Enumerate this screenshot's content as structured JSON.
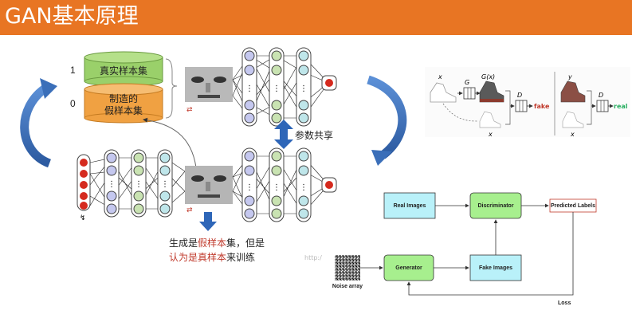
{
  "header": {
    "title": "GAN基本原理"
  },
  "left_diagram": {
    "label_real_value": "1",
    "label_fake_value": "0",
    "db_real": "真实样本集",
    "db_fake_line1": "制造的",
    "db_fake_line2": "假样本集",
    "share_label": "参数共享",
    "caption_l1_a": "生成是",
    "caption_l1_b": "假样本",
    "caption_l1_c": "集，但是",
    "caption_l2_a": "认为是",
    "caption_l2_b": "真样本",
    "caption_l2_c": "来训练",
    "watermark": "http:/"
  },
  "right_top": {
    "x_top": "x",
    "G_label": "G",
    "Gx_label": "G(x)",
    "D_label_left": "D",
    "fake_label": "fake",
    "x_bottom": "x",
    "y_label": "y",
    "D_label_right": "D",
    "real_label": "real",
    "x_bottom_right": "x",
    "colors": {
      "fake": "#c0392b",
      "real": "#27ae60"
    }
  },
  "flowchart": {
    "real_images": "Real Images",
    "discriminator": "Discriminator",
    "predicted_labels": "Predicted Labels",
    "generator": "Generator",
    "fake_images": "Fake Images",
    "noise_array": "Noise array",
    "loss": "Loss",
    "colors": {
      "cyan": "#b9f1f9",
      "green": "#a7ef8e",
      "border": "#333333",
      "pred_border": "#c0392b"
    }
  }
}
